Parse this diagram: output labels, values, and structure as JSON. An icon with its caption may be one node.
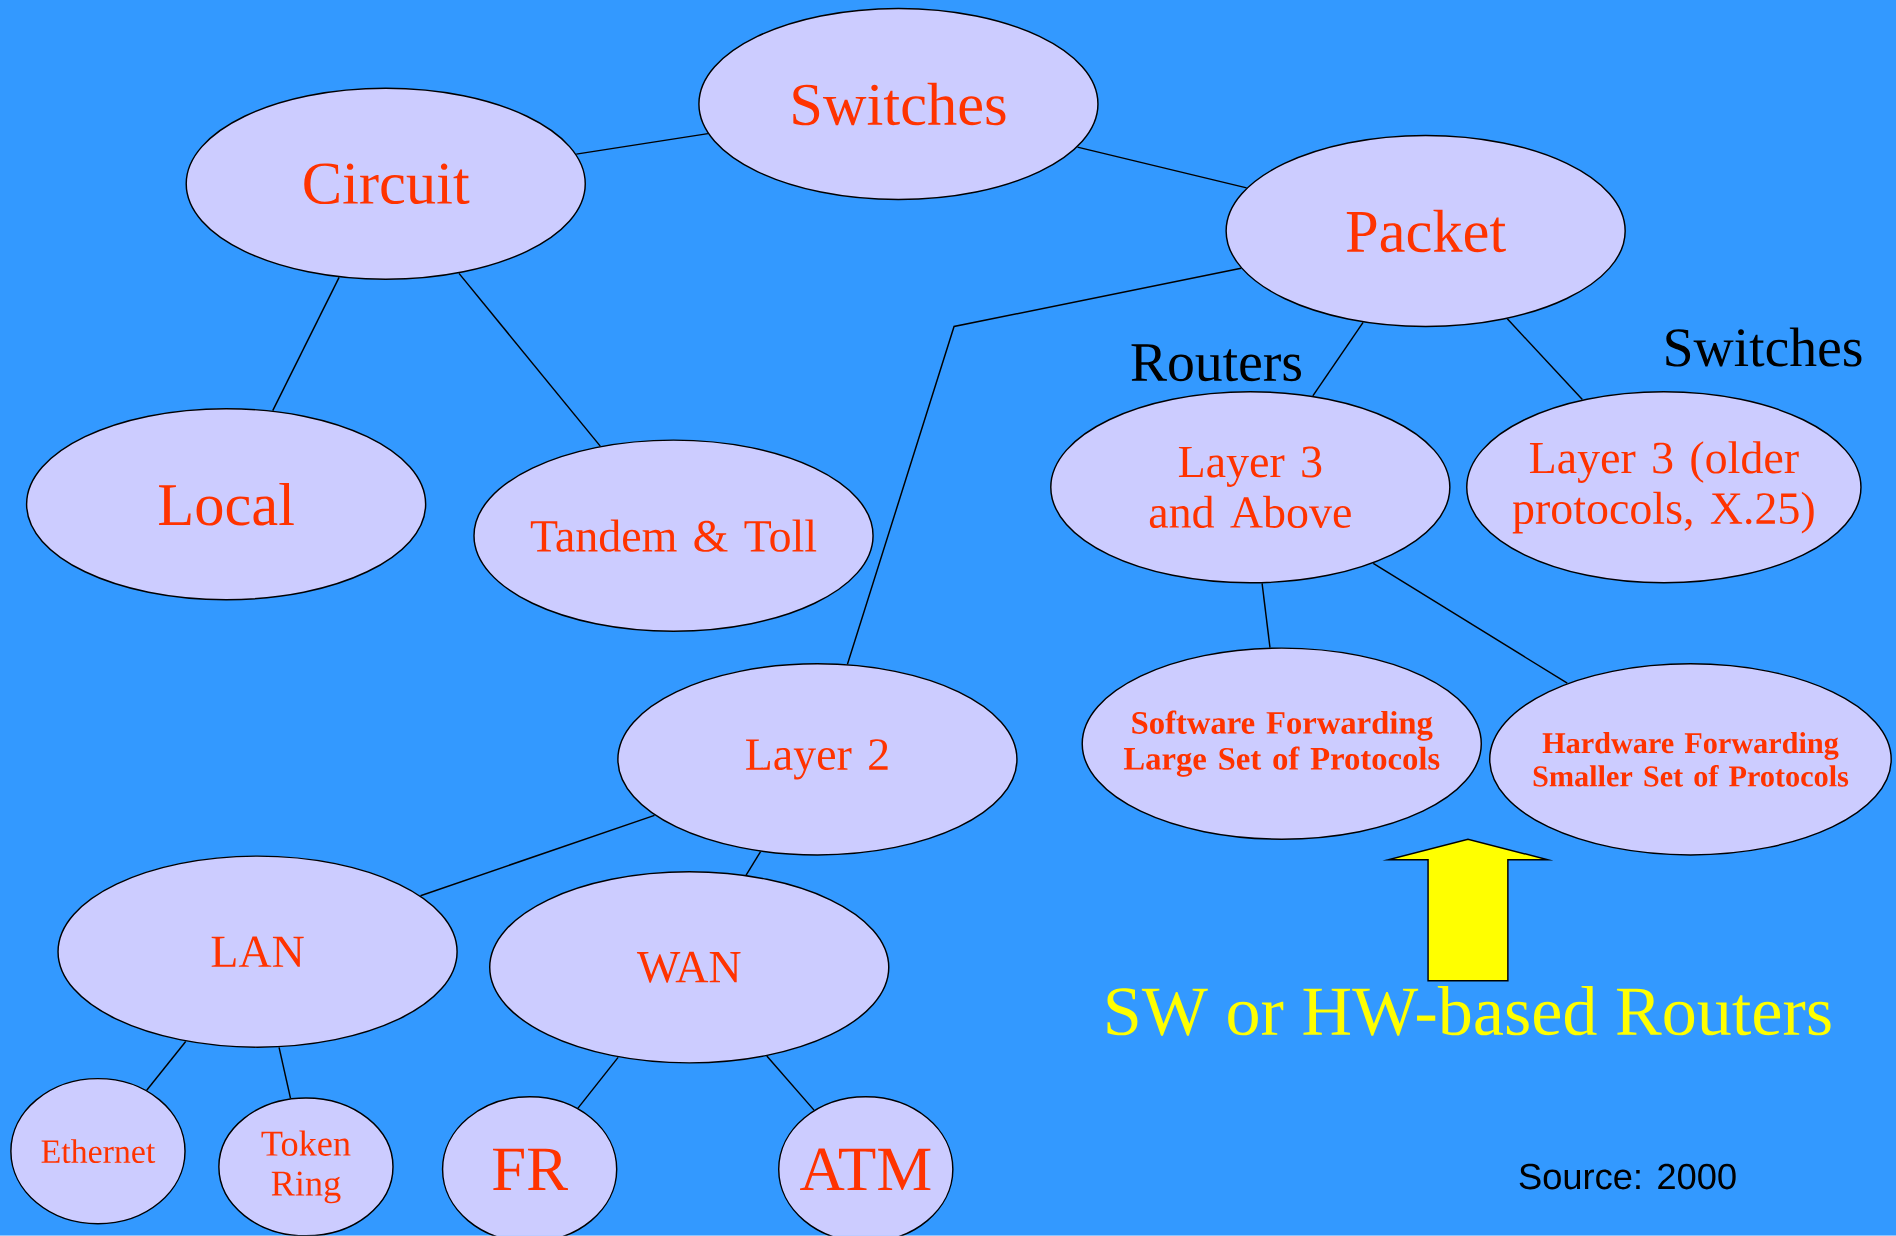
{
  "diagram": {
    "nodes": [
      {
        "text": [
          "Switches"
        ]
      },
      {
        "text": [
          "Circuit"
        ]
      },
      {
        "text": [
          "Packet"
        ]
      },
      {
        "text": [
          "Local"
        ]
      },
      {
        "text": [
          "Tandem & Toll"
        ]
      },
      {
        "text": [
          "Layer 3 and Above"
        ],
        "beside": [
          "Routers"
        ]
      },
      {
        "text": [
          "Layer 3 (older protocols, X.25)"
        ],
        "beside": [
          "Switches"
        ]
      },
      {
        "text": [
          "Layer 2"
        ]
      },
      {
        "text": [
          "Software Forwarding Large Set of Protocols"
        ]
      },
      {
        "text": [
          "Hardware Forwarding Smaller Set of Protocols"
        ]
      },
      {
        "text": [
          "LAN"
        ]
      },
      {
        "text": [
          "WAN"
        ]
      },
      {
        "text": [
          "Ethernet"
        ]
      },
      {
        "text": [
          "Token Ring"
        ]
      },
      {
        "text": [
          "FR"
        ]
      },
      {
        "text": [
          "ATM"
        ]
      },
      {
        "text": [
          "SW or HW-based Routers"
        ]
      }
    ],
    "edges": [
      {
        "from": 0,
        "to": 1,
        "arrow": "none"
      },
      {
        "from": 0,
        "to": 2,
        "arrow": "none"
      },
      {
        "from": 1,
        "to": 3,
        "arrow": "none"
      },
      {
        "from": 1,
        "to": 4,
        "arrow": "none"
      },
      {
        "from": 2,
        "to": 7,
        "arrow": "none"
      },
      {
        "from": 2,
        "to": 5,
        "arrow": "none"
      },
      {
        "from": 2,
        "to": 6,
        "arrow": "none"
      },
      {
        "from": 5,
        "to": 8,
        "arrow": "none"
      },
      {
        "from": 5,
        "to": 9,
        "arrow": "none"
      },
      {
        "from": 7,
        "to": 10,
        "arrow": "none"
      },
      {
        "from": 7,
        "to": 11,
        "arrow": "none"
      },
      {
        "from": 10,
        "to": 12,
        "arrow": "none"
      },
      {
        "from": 10,
        "to": 13,
        "arrow": "none"
      },
      {
        "from": 11,
        "to": 14,
        "arrow": "none"
      },
      {
        "from": 11,
        "to": 15,
        "arrow": "none"
      },
      {
        "from": 16,
        "to": null,
        "arrow": "to",
        "style": "thick",
        "color": "#ffff00"
      }
    ],
    "labels": [
      "Source: 2000"
    ]
  }
}
